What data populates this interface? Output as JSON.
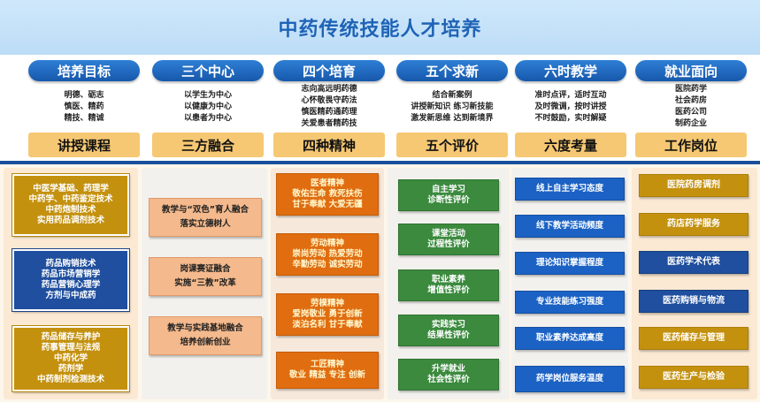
{
  "title": "中药传统技能人才培养",
  "columns": [
    {
      "head": "培养目标",
      "lines": [
        "明德、砺志",
        "慎医、精药",
        "精技、精诚"
      ],
      "foot": "讲授课程"
    },
    {
      "head": "三个中心",
      "lines": [
        "以学生为中心",
        "以健康为中心",
        "以患者为中心"
      ],
      "foot": "三方融合"
    },
    {
      "head": "四个培育",
      "lines": [
        "志向高远明药德",
        "心怀敬畏守药法",
        "慎医精药通药理",
        "关爱患者精药技"
      ],
      "foot": "四种精神"
    },
    {
      "head": "五个求新",
      "lines": [
        "结合新案例",
        "讲授新知识  练习新技能",
        "激发新思维  达到新境界"
      ],
      "foot": "五个评价"
    },
    {
      "head": "六时教学",
      "lines": [
        "准时点评，适时互动",
        "及时微调，按时讲授",
        "不时鼓励，实时解疑"
      ],
      "foot": "六度考量"
    },
    {
      "head": "就业面向",
      "lines": [
        "医院药学",
        "社会药房",
        "医药公司",
        "制药企业"
      ],
      "foot": "工作岗位"
    }
  ],
  "courses": [
    {
      "style": "gold",
      "lines": [
        "中医学基础、药理学",
        "中药学、中药鉴定技术",
        "中药炮制技术",
        "实用药品调剂技术"
      ]
    },
    {
      "style": "navy",
      "lines": [
        "药品购销技术",
        "药品市场营销学",
        "药品营销心理学",
        "方剂与中成药"
      ]
    },
    {
      "style": "gold",
      "lines": [
        "药品储存与养护",
        "药事管理与法规",
        "中药化学",
        "药剂学",
        "中药制剂检测技术"
      ]
    }
  ],
  "fusion": [
    {
      "lines": [
        "教学与“双色”育人融合",
        "落实立德树人"
      ]
    },
    {
      "lines": [
        "岗课赛证融合",
        "实施“三教”改革"
      ]
    },
    {
      "lines": [
        "教学与实践基地融合",
        "培养创新创业"
      ]
    }
  ],
  "spirits": [
    {
      "lines": [
        "医者精神",
        "敬佑生命  救死扶伤",
        "甘于奉献  大爱无疆"
      ]
    },
    {
      "lines": [
        "劳动精神",
        "崇尚劳动  热爱劳动",
        "辛勤劳动  诚实劳动"
      ]
    },
    {
      "lines": [
        "劳模精神",
        "爱岗敬业  勇于创新",
        "淡泊名利  甘于奉献"
      ]
    },
    {
      "lines": [
        "工匠精神",
        "敬业  精益  专注  创新"
      ]
    }
  ],
  "evaluations": [
    {
      "lines": [
        "自主学习",
        "诊断性评价"
      ]
    },
    {
      "lines": [
        "课堂活动",
        "过程性评价"
      ]
    },
    {
      "lines": [
        "职业素养",
        "增值性评价"
      ]
    },
    {
      "lines": [
        "实践实习",
        "结果性评价"
      ]
    },
    {
      "lines": [
        "升学就业",
        "社会性评价"
      ]
    }
  ],
  "measures": [
    {
      "text": "线上自主学习态度"
    },
    {
      "text": "线下教学活动频度"
    },
    {
      "text": "理论知识掌握程度"
    },
    {
      "text": "专业技能练习强度"
    },
    {
      "text": "职业素养达成高度"
    },
    {
      "text": "药学岗位服务温度"
    }
  ],
  "jobs": [
    {
      "style": "sgold",
      "text": "医院药房调剂"
    },
    {
      "style": "sgold",
      "text": "药店药学服务"
    },
    {
      "style": "snavy",
      "text": "医药学术代表"
    },
    {
      "style": "snavy",
      "text": "医药购销与物流"
    },
    {
      "style": "sgold",
      "text": "医药储存与管理"
    },
    {
      "style": "sgold",
      "text": "医药生产与检验"
    }
  ],
  "colors": {
    "head_blue": "#1658ab",
    "foot_orange": "#f6c873",
    "gold": "#c4910f",
    "navy": "#1f4f9e",
    "orange": "#e06d10",
    "green": "#3b8a3e",
    "blue": "#1b62c4",
    "title_bg": "#cfe8fb"
  }
}
